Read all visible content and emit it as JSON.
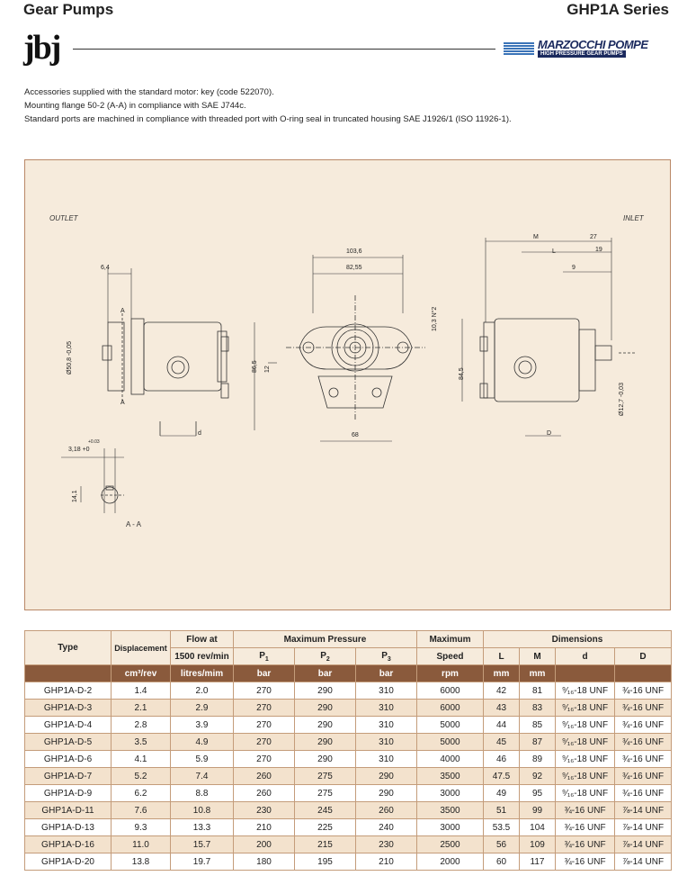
{
  "header": {
    "title_left": "Gear Pumps",
    "title_right": "GHP1A Series",
    "logo_left": "jbj",
    "logo_right": "MARZOCCHI POMPE",
    "logo_right_sub": "HIGH PRESSURE GEAR PUMPS"
  },
  "intro": [
    "Accessories supplied with the standard motor: key (code 522070).",
    "Mounting flange 50-2 (A-A) in compliance with SAE J744c.",
    "Standard ports are machined in compliance with threaded port with O-ring seal in truncated housing SAE J1926/1 (ISO 11926-1)."
  ],
  "drawing": {
    "outlet_label": "OUTLET",
    "inlet_label": "INLET",
    "section_label": "A - A",
    "dims": {
      "d64": "6,4",
      "d1036": "103,6",
      "d8255": "82,55",
      "d103n2": "10,3 N°2",
      "d12": "12",
      "d865": "86,5",
      "d68": "68",
      "d508": "Ø50,8 -0,05",
      "dA": "A",
      "dd": "d",
      "d318": "3,18 +0",
      "d318tol": "+0.03",
      "d141": "14,1",
      "dM": "M",
      "d27": "27",
      "dL": "L",
      "d19": "19",
      "d9": "9",
      "d845": "84,5",
      "d127": "Ø12,7 -0,03",
      "dD": "D"
    }
  },
  "table": {
    "headers": {
      "type": "Type",
      "displacement": "Displacement",
      "flow_at": "Flow at",
      "flow_rpm": "1500 rev/min",
      "max_pressure": "Maximum Pressure",
      "p1": "P",
      "p1_sub": "1",
      "p2": "P",
      "p2_sub": "2",
      "p3": "P",
      "p3_sub": "3",
      "max_speed_1": "Maximum",
      "max_speed_2": "Speed",
      "dimensions": "Dimensions",
      "L": "L",
      "M": "M",
      "d": "d",
      "D": "D"
    },
    "units": {
      "displacement": "cm³/rev",
      "flow": "litres/mim",
      "p1": "bar",
      "p2": "bar",
      "p3": "bar",
      "speed": "rpm",
      "L": "mm",
      "M": "mm"
    },
    "rows": [
      [
        "GHP1A-D-2",
        "1.4",
        "2.0",
        "270",
        "290",
        "310",
        "6000",
        "42",
        "81",
        "⁹⁄₁₆-18 UNF",
        "¾-16 UNF"
      ],
      [
        "GHP1A-D-3",
        "2.1",
        "2.9",
        "270",
        "290",
        "310",
        "6000",
        "43",
        "83",
        "⁹⁄₁₆-18 UNF",
        "¾-16 UNF"
      ],
      [
        "GHP1A-D-4",
        "2.8",
        "3.9",
        "270",
        "290",
        "310",
        "5000",
        "44",
        "85",
        "⁹⁄₁₆-18 UNF",
        "¾-16 UNF"
      ],
      [
        "GHP1A-D-5",
        "3.5",
        "4.9",
        "270",
        "290",
        "310",
        "5000",
        "45",
        "87",
        "⁹⁄₁₆-18 UNF",
        "¾-16 UNF"
      ],
      [
        "GHP1A-D-6",
        "4.1",
        "5.9",
        "270",
        "290",
        "310",
        "4000",
        "46",
        "89",
        "⁹⁄₁₆-18 UNF",
        "¾-16 UNF"
      ],
      [
        "GHP1A-D-7",
        "5.2",
        "7.4",
        "260",
        "275",
        "290",
        "3500",
        "47.5",
        "92",
        "⁹⁄₁₆-18 UNF",
        "¾-16 UNF"
      ],
      [
        "GHP1A-D-9",
        "6.2",
        "8.8",
        "260",
        "275",
        "290",
        "3000",
        "49",
        "95",
        "⁹⁄₁₆-18 UNF",
        "¾-16 UNF"
      ],
      [
        "GHP1A-D-11",
        "7.6",
        "10.8",
        "230",
        "245",
        "260",
        "3500",
        "51",
        "99",
        "¾-16 UNF",
        "⅞-14 UNF"
      ],
      [
        "GHP1A-D-13",
        "9.3",
        "13.3",
        "210",
        "225",
        "240",
        "3000",
        "53.5",
        "104",
        "¾-16 UNF",
        "⅞-14 UNF"
      ],
      [
        "GHP1A-D-16",
        "11.0",
        "15.7",
        "200",
        "215",
        "230",
        "2500",
        "56",
        "109",
        "¾-16 UNF",
        "⅞-14 UNF"
      ],
      [
        "GHP1A-D-20",
        "13.8",
        "19.7",
        "180",
        "195",
        "210",
        "2000",
        "60",
        "117",
        "¾-16 UNF",
        "⅞-14 UNF"
      ]
    ]
  }
}
